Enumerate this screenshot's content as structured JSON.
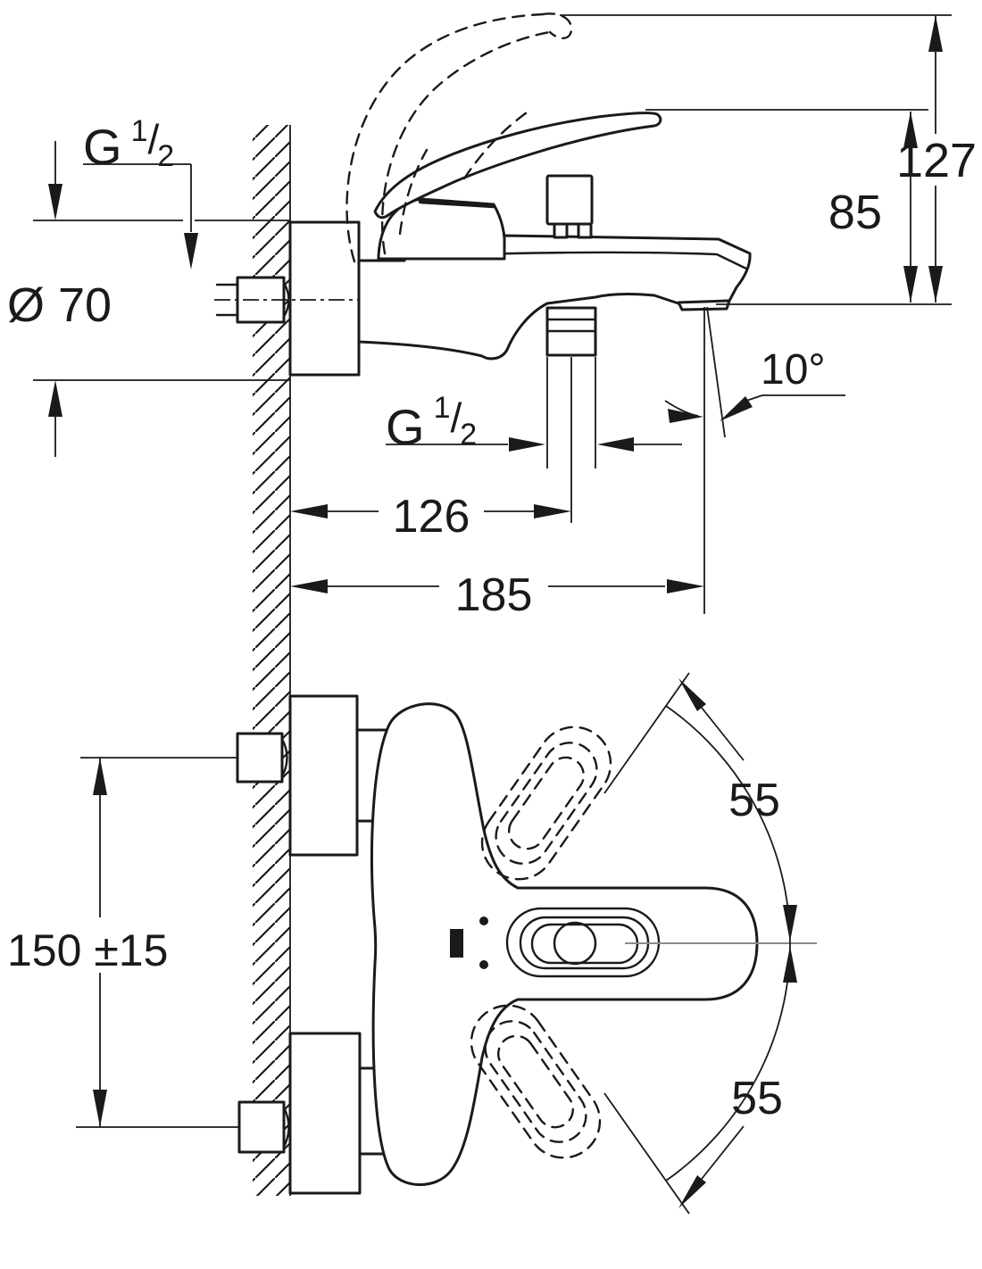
{
  "colors": {
    "ink": "#1a1a1a",
    "centerline_gray": "#8a8a8a",
    "background": "#ffffff"
  },
  "dimensions": {
    "thread_wall": {
      "g": "G",
      "sup": "1",
      "slash": "/",
      "sub": "2"
    },
    "escutcheon_diameter": "Ø 70",
    "overall_height": "127",
    "lever_height": "85",
    "spout_angle": "10°",
    "thread_shower_outlet": {
      "g": "G",
      "sup": "1",
      "slash": "/",
      "sub": "2"
    },
    "wall_to_shower_outlet": "126",
    "wall_to_spout_tip": "185",
    "mounting_hole_spacing": "150 ±15",
    "handle_swing_upper": "55",
    "handle_swing_lower": "55"
  }
}
